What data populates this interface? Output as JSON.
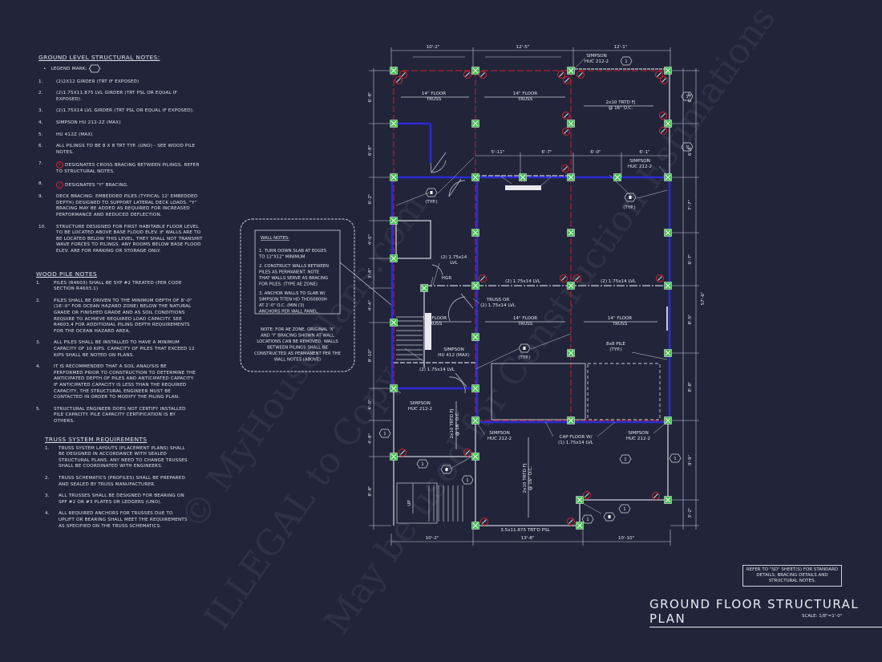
{
  "watermark": [
    "© MyHousePlans.com",
    "ILLEGAL to Copy",
    "May be used for Construction Estimations"
  ],
  "ground_notes": {
    "title": "GROUND LEVEL STRUCTURAL NOTES:",
    "legend": "LEGEND MARK:",
    "items": [
      {
        "n": "1.",
        "t": "(2)2X12 GIRDER (TRT IF EXPOSED)"
      },
      {
        "n": "2.",
        "t": "(2)1.75X11.875 LVL GIRDER (TRT PSL OR EQUAL IF EXPOSED)."
      },
      {
        "n": "3.",
        "t": "(2)1.75X14 LVL GIRDER (TRT PSL OR EQUAL IF EXPOSED)."
      },
      {
        "n": "4.",
        "t": "SIMPSON HU 212-2Z (MAX)"
      },
      {
        "n": "5.",
        "t": "HU 412Z (MAX)"
      },
      {
        "n": "6.",
        "t": "ALL PILINGS TO BE 8 X 8 TRT TYP. (UNO) - SEE WOOD PILE NOTES."
      },
      {
        "n": "7.",
        "t": "DESIGNATES CROSS BRACING BETWEEN PILINGS. REFER TO STRUCTURAL NOTES."
      },
      {
        "n": "8.",
        "t": "DESIGNATES \"Y\" BRACING."
      },
      {
        "n": "9.",
        "t": "DECK BRACING: EMBEDDED PILES (TYPICAL 12' EMBEDDED DEPTH) DESIGNED TO SUPPORT LATERAL DECK LOADS. \"Y\" BRACING MAY BE ADDED AS REQUIRED FOR INCREASED PERFORMANCE AND REDUCED DEFLECTION."
      },
      {
        "n": "10.",
        "t": "STRUCTURE DESIGNED FOR FIRST HABITABLE FLOOR LEVEL TO BE LOCATED ABOVE BASE FLOOD ELEV. IF WALLS ARE TO BE LOCATED BELOW THIS LEVEL, THEY SHALL NOT TRANSMIT WAVE FORCES TO PILINGS. ANY ROOMS BELOW BASE FLOOD ELEV. ARE FOR PARKING OR STORAGE ONLY."
      }
    ]
  },
  "pile_notes": {
    "title": "WOOD PILE NOTES",
    "items": [
      {
        "n": "1.",
        "t": "PILES (R4603) SHALL BE SYP #2 TREATED (PER CODE SECTION R4603.1)"
      },
      {
        "n": "2.",
        "t": "PILES SHALL BE DRIVEN TO THE MINIMUM DEPTH OF 8'-0\" (16'-0\" FOR OCEAN HAZARD ZONE) BELOW THE NATURAL GRADE OR FINISHED GRADE AND AS SOIL CONDITIONS REQUIRE TO ACHIEVE REQUIRED LOAD CAPACITY. SEE R4603.4 FOR ADDITIONAL PILING DEPTH REQUIREMENTS FOR THE OCEAN HAZARD AREA."
      },
      {
        "n": "3.",
        "t": "ALL PILES SHALL BE INSTALLED TO HAVE A MINIMUM CAPACITY OF 10 KIPS. CAPACITY OF PILES THAT EXCEED 12 KIPS SHALL BE NOTED ON PLANS."
      },
      {
        "n": "4.",
        "t": "IT IS RECOMMENDED THAT A SOIL ANALYSIS BE PERFORMED PRIOR TO CONSTRUCTION TO DETERMINE THE ANTICIPATED DEPTH OF PILES AND ANTICIPATED CAPACITY. IF ANTICIPATED CAPACITY IS LESS THAN THE REQUIRED CAPACITY, THE STRUCTURAL ENGINEER MUST BE CONTACTED IN ORDER TO MODIFY THE PILING PLAN."
      },
      {
        "n": "5.",
        "t": "STRUCTURAL ENGINEER DOES NOT CERTIFY INSTALLED PILE CAPACITY. PILE CAPACITY CERTIFICATION IS BY OTHERS."
      }
    ]
  },
  "truss_notes": {
    "title": "TRUSS SYSTEM REQUIREMENTS",
    "items": [
      {
        "n": "1.",
        "t": "TRUSS SYSTEM LAYOUTS (PLACEMENT PLANS) SHALL BE DESIGNED IN ACCORDANCE WITH SEALED STRUCTURAL PLANS. ANY NEED TO CHANGE TRUSSES SHALL BE COORDINATED WITH ENGINEERS."
      },
      {
        "n": "2.",
        "t": "TRUSS SCHEMATICS (PROFILES) SHALL BE PREPARED AND SEALED BY TRUSS MANUFACTURER."
      },
      {
        "n": "3.",
        "t": "ALL TRUSSES SHALL BE DESIGNED FOR BEARING ON SPF #2 OR #3 PLATES OR LEDGERS (UNO)."
      },
      {
        "n": "4.",
        "t": "ALL REQUIRED ANCHORS FOR TRUSSES DUE TO UPLIFT OR BEARING SHALL MEET THE REQUIREMENTS AS SPECIFIED ON THE TRUSS SCHEMATICS."
      }
    ]
  },
  "wall_notes": {
    "title": "WALL NOTES:",
    "items": [
      "1. TURN DOWN SLAB AT EDGES TO 12\"X12\" MINIMUM",
      "2. CONSTRUCT WALLS BETWEEN PILES AS PERMANENT. NOTE THAT WALLS SERVE AS BRACING FOR PILES. (TYPE AE ZONE)",
      "3. ANCHOR WALLS TO SLAB W/ SIMPSON TITEN HD THD50800H AT 2'-0\" O.C. (MIN (3) ANCHORS PER WALL PANEL."
    ],
    "note": "NOTE: FOR AE ZONE, ORIGINAL 'X' AND 'Y' BRACING SHOWN AT WALL LOCATIONS CAN BE REMOVED. WALLS BETWEEN PILINGS SHALL BE CONSTRUCTED AS PERMANENT PER THE WALL NOTES (ABOVE)"
  },
  "plan": {
    "dims_top": [
      "10'-2\"",
      "12'-5\"",
      "12'-1\""
    ],
    "dims_mid": [
      "5'-11\"",
      "6'-7\"",
      "6'-0\"",
      "6'-1\""
    ],
    "dims_bottom": [
      "10'-2\"",
      "13'-8\"",
      "10'-10\""
    ],
    "dims_left": [
      "6'-8\"",
      "6'-8\"",
      "6'-2\"",
      "4'-0\"",
      "3'-8\"",
      "4'-4\"",
      "8'-10\"",
      "4'-0\"",
      "4'-8\"",
      "8'-8\""
    ],
    "dims_right": [
      "6'-8\"",
      "6'-8\"",
      "7'-7\"",
      "6'-7\"",
      "8'-5\"",
      "8'-8\"",
      "9'-9\"",
      "3'-2\""
    ],
    "dim_overall": "57'-6\"",
    "labels": {
      "truss_a": [
        "14\" FLOOR",
        "TRUSS"
      ],
      "fj_top": [
        "2x10 TRTD FJ",
        "@ 16\" O.C."
      ],
      "simpson_huc": [
        "SIMPSON",
        "HUC 212-2"
      ],
      "simpson_hu": [
        "SIMPSON",
        "HU 412 (MAX)"
      ],
      "typ": "(TYP.)",
      "lvl": "(2) 1.75x14 LVL",
      "lvl2": [
        "(2) 1.75x14",
        "LVL"
      ],
      "hgr": "HGR",
      "truss_or": [
        "TRUSS OR",
        "(2) 1.75x14 LVL"
      ],
      "pile": [
        "8x8 PILE",
        "(TYP.)"
      ],
      "cap": [
        "CAP FLOOR W/",
        "(1) 1.75x14 LVL"
      ],
      "fj": [
        "2x10 TRTD FJ",
        "@ 16\" O.C."
      ],
      "psl": "3.5x11.875 TRT'D PSL",
      "up": "UP",
      "tag": "1"
    }
  },
  "refer_note": "REFER TO \"SD\" SHEET(S) FOR STANDARD DETAILS, BRACING DETAILS AND STRUCTURAL NOTES.",
  "title": "GROUND FLOOR STRUCTURAL PLAN",
  "scale": "SCALE: 1/8\"=1'-0\"",
  "colors": {
    "background": "#22253a",
    "pile": "#3fbf4a",
    "brace": "#d0262e",
    "wall_blue": "#2b2bd6",
    "beam_red": "#c8202a",
    "line": "#d6d9e2"
  }
}
